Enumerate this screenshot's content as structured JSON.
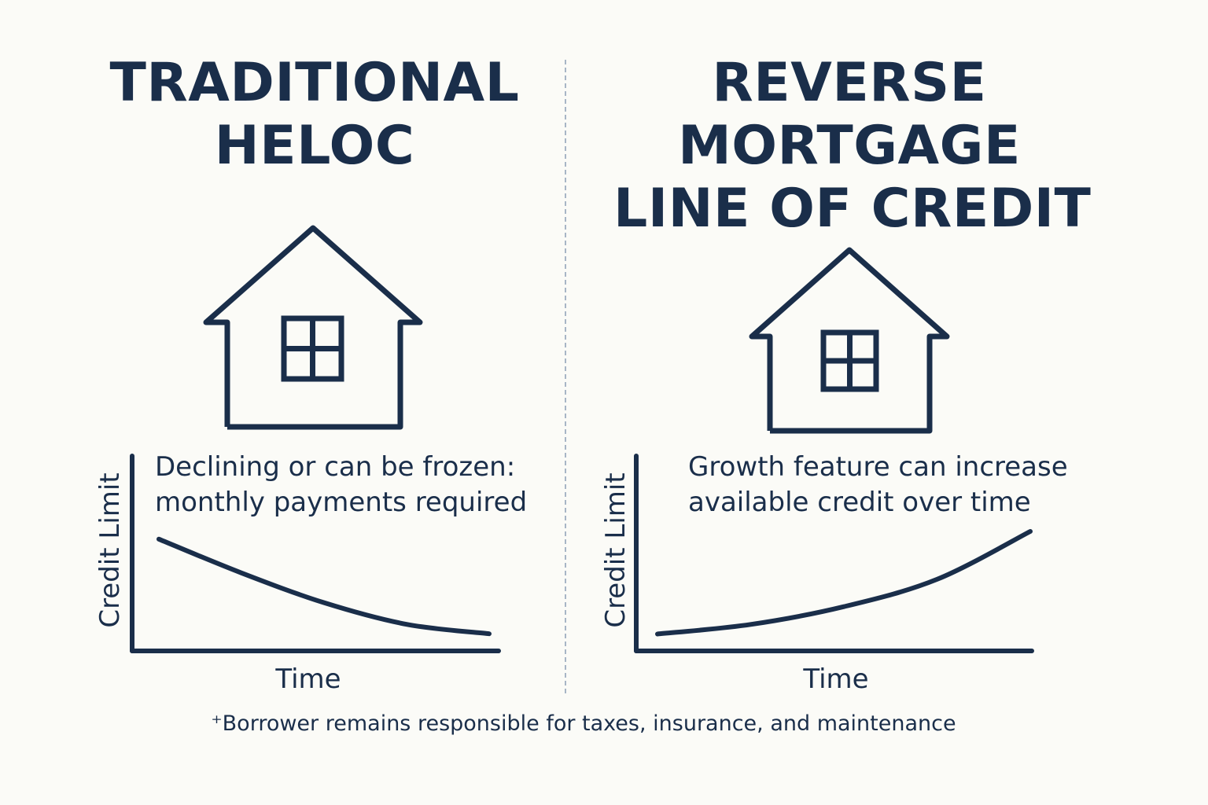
{
  "left_panel": {
    "title_lines": [
      "TRADITIONAL",
      "HELOC"
    ],
    "note_lines": [
      "Declining or can be frozen:",
      "monthly payments required"
    ],
    "y_axis_label": "Credit Limit",
    "x_axis_label": "Time"
  },
  "right_panel": {
    "title_lines": [
      "REVERSE",
      "MORTGAGE",
      "LINE OF CREDIT"
    ],
    "note_lines": [
      "Growth feature can increase",
      "available credit over time"
    ],
    "y_axis_label": "Credit Limit",
    "x_axis_label": "Time"
  },
  "footnote": "⁺Borrower remains responsible for taxes, insurance, and maintenance",
  "colors": {
    "ink": "#1a2e4a",
    "background": "#fbfbf7",
    "divider": "#a8b6c6"
  },
  "icons": {
    "left_house": "house-icon",
    "right_house": "house-icon"
  },
  "chart_data": [
    {
      "type": "line",
      "xlabel": "Time",
      "ylabel": "Credit Limit",
      "trend": "declining",
      "series": [
        {
          "x": [
            0,
            0.25,
            0.5,
            0.75,
            1
          ],
          "values": [
            0.85,
            0.6,
            0.38,
            0.22,
            0.15
          ]
        }
      ]
    },
    {
      "type": "line",
      "xlabel": "Time",
      "ylabel": "Credit Limit",
      "trend": "increasing",
      "series": [
        {
          "x": [
            0,
            0.25,
            0.5,
            0.75,
            1
          ],
          "values": [
            0.25,
            0.32,
            0.45,
            0.65,
            1.0
          ]
        }
      ]
    }
  ]
}
